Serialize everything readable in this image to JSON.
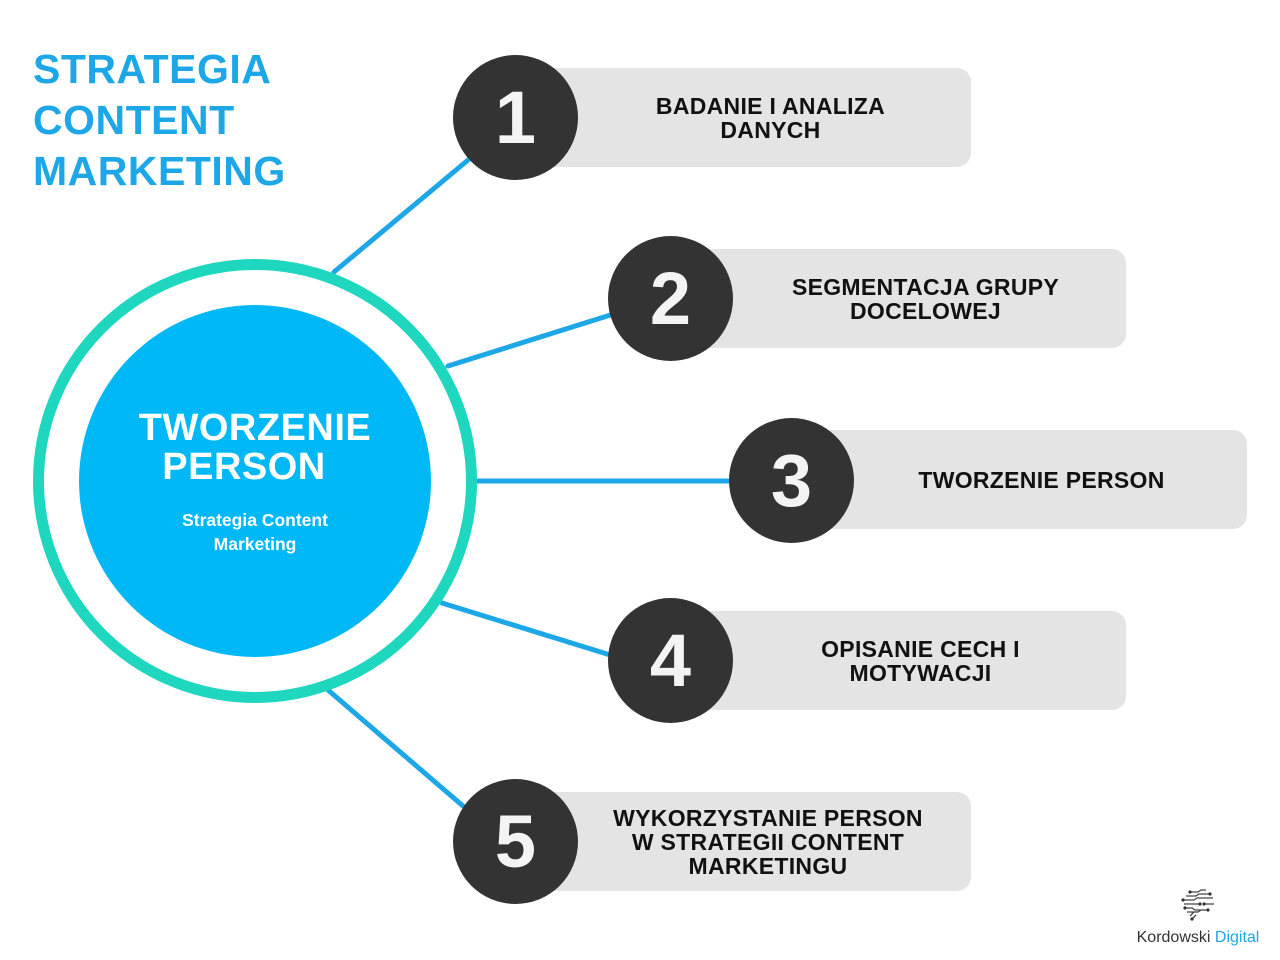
{
  "title": {
    "lines": [
      "STRATEGIA",
      "CONTENT",
      "MARKETING"
    ],
    "color": "#1ea7e6"
  },
  "hub": {
    "title_lines": [
      "TWORZENIE",
      "PERSON"
    ],
    "subtitle_lines": [
      "Strategia Content",
      "Marketing"
    ],
    "fill_color": "#00b8f5",
    "ring_color": "#1fd6bf"
  },
  "steps": [
    {
      "number": "1",
      "label_lines": [
        "BADANIE I ANALIZA",
        "DANYCH"
      ]
    },
    {
      "number": "2",
      "label_lines": [
        "SEGMENTACJA GRUPY",
        "DOCELOWEJ"
      ]
    },
    {
      "number": "3",
      "label_lines": [
        "TWORZENIE PERSON"
      ]
    },
    {
      "number": "4",
      "label_lines": [
        "OPISANIE CECH I",
        "MOTYWACJI"
      ]
    },
    {
      "number": "5",
      "label_lines": [
        "WYKORZYSTANIE PERSON",
        "W STRATEGII CONTENT",
        "MARKETINGU"
      ]
    }
  ],
  "connector_color": "#1ea7e6",
  "brand": {
    "icon": "circuit-brain-icon",
    "name_part1": "Kordowski",
    "name_part2": "Digital"
  }
}
